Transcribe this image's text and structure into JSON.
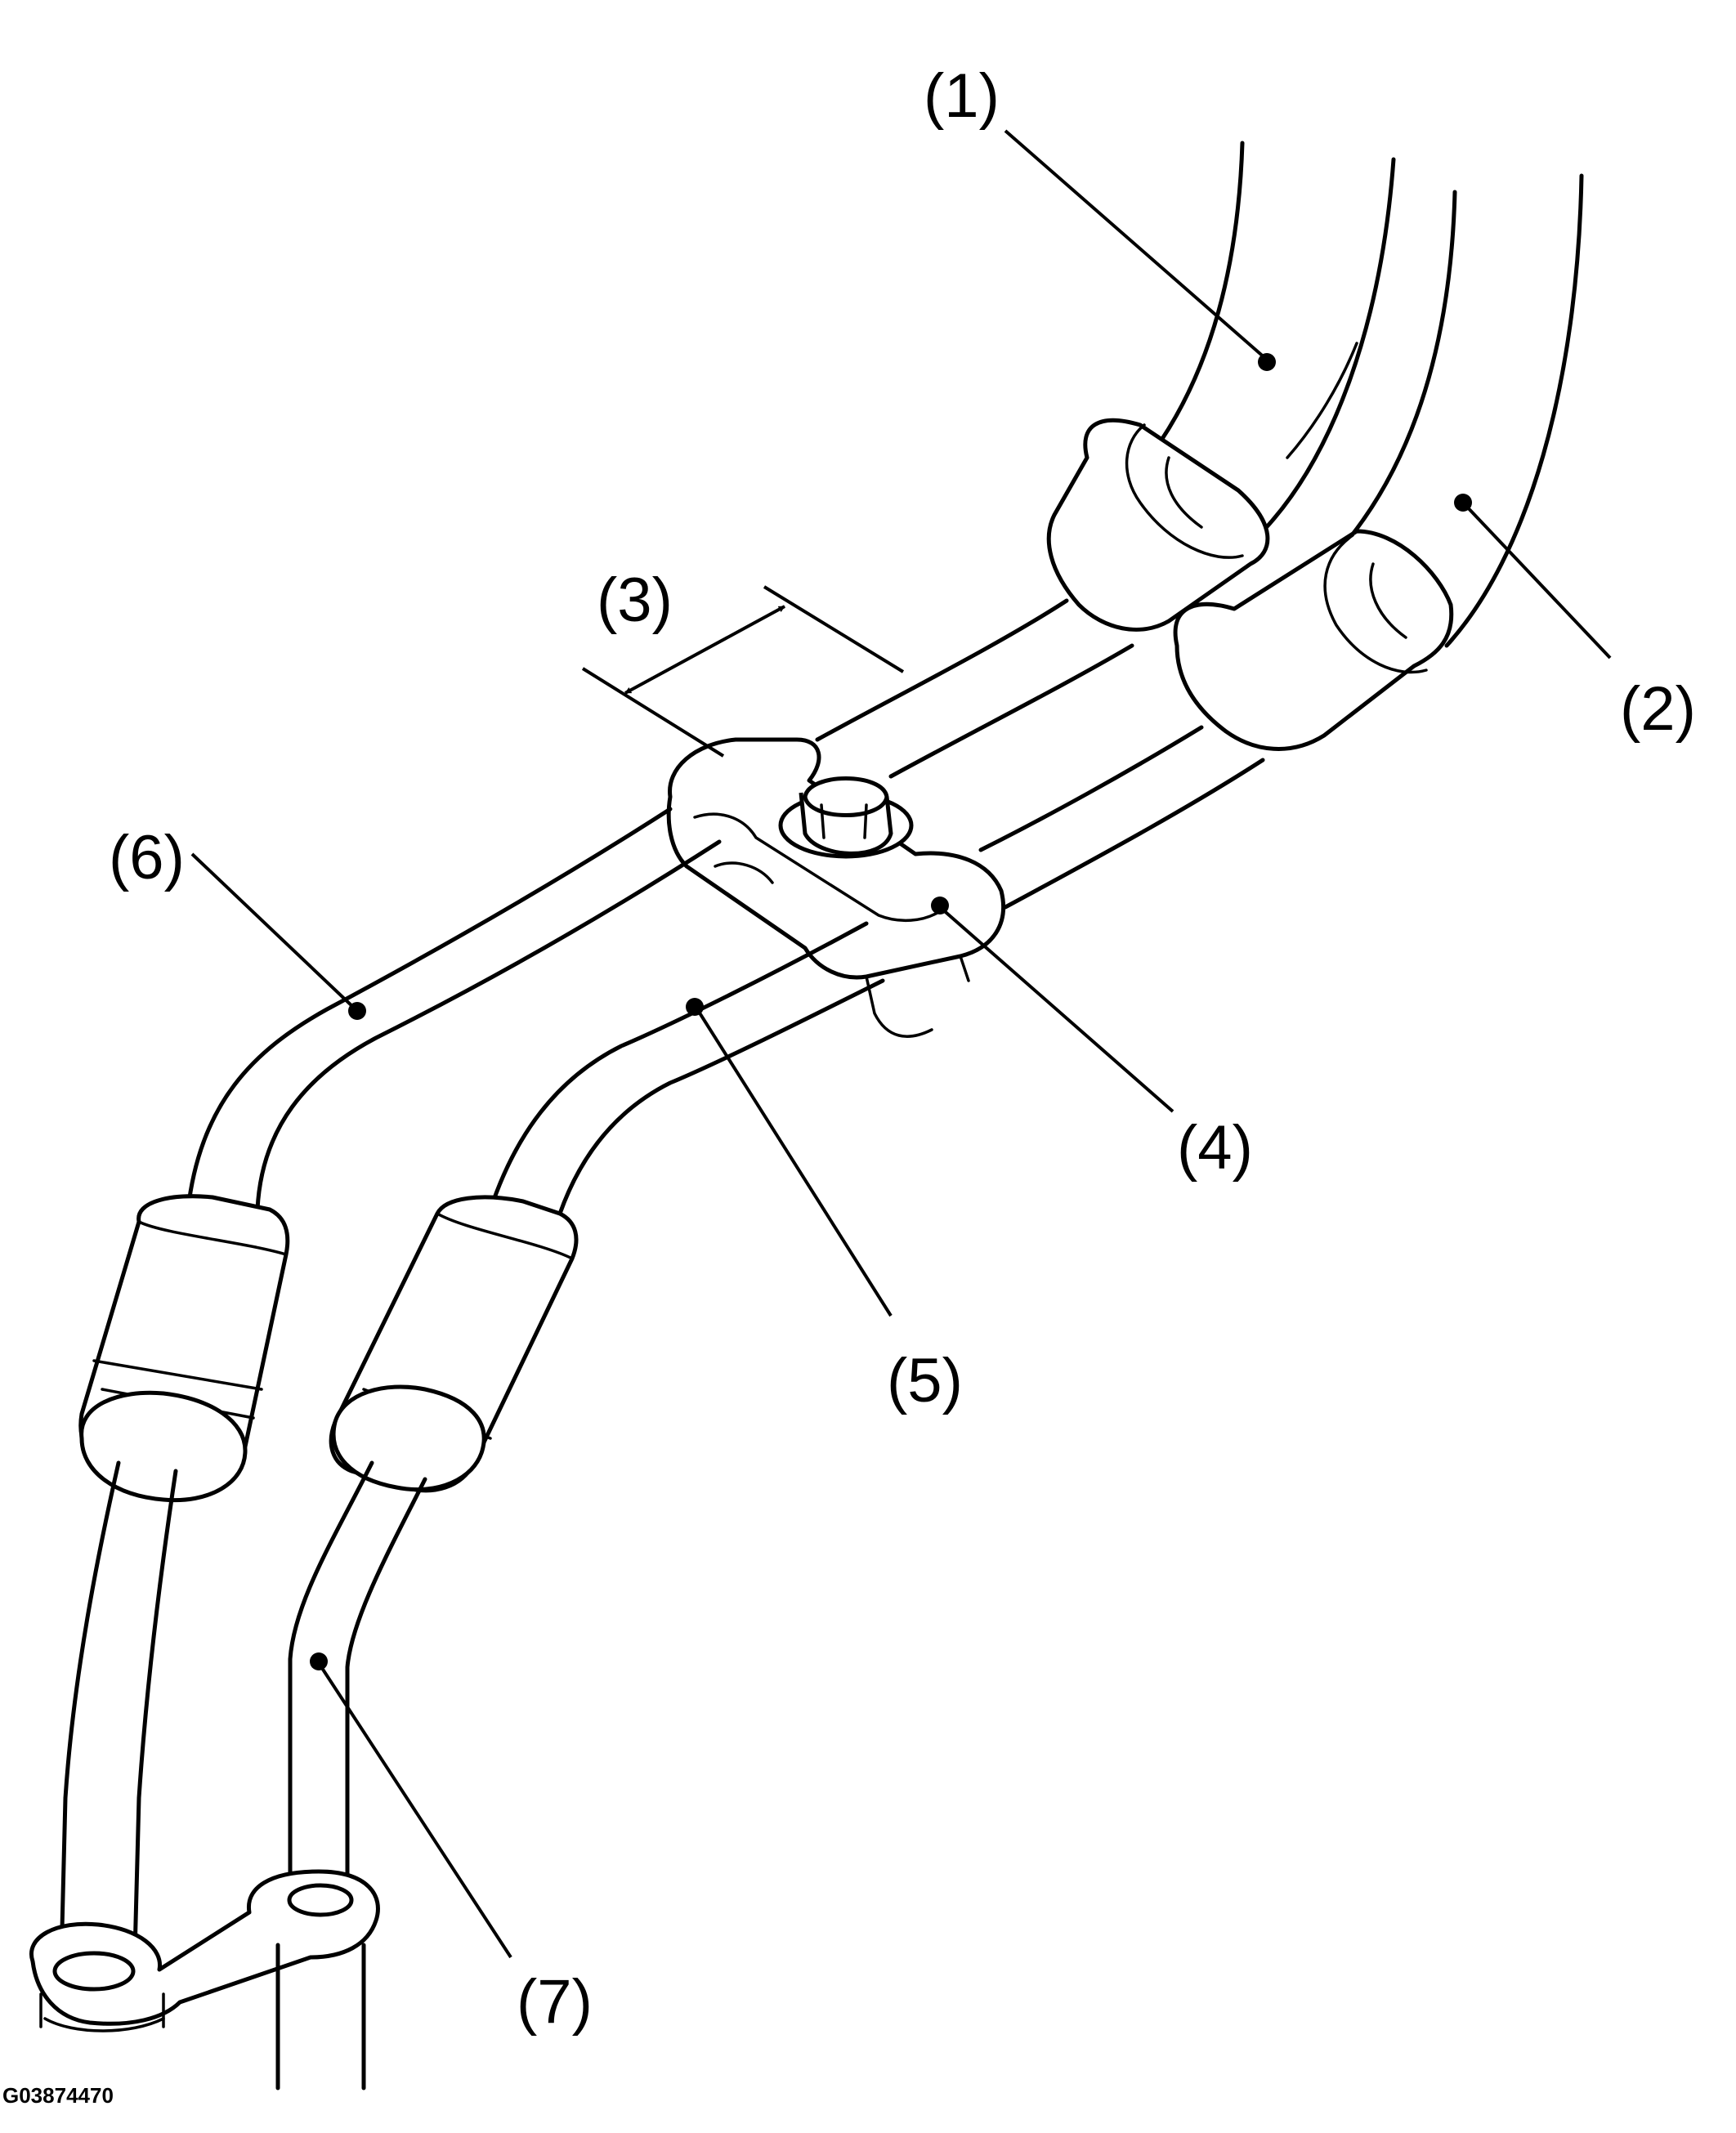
{
  "callouts": [
    {
      "id": "1",
      "label": "(1)"
    },
    {
      "id": "2",
      "label": "(2)"
    },
    {
      "id": "3",
      "label": "(3)"
    },
    {
      "id": "4",
      "label": "(4)"
    },
    {
      "id": "5",
      "label": "(5)"
    },
    {
      "id": "6",
      "label": "(6)"
    },
    {
      "id": "7",
      "label": "(7)"
    }
  ],
  "drawing_id": "G03874470"
}
